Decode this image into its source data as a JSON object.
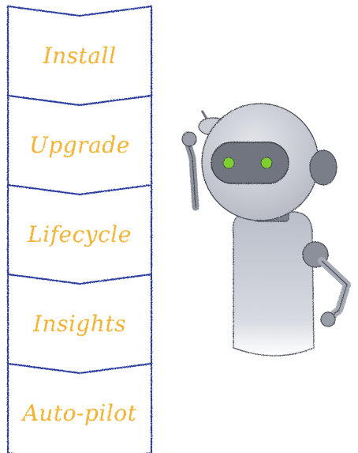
{
  "stages": [
    {
      "label": "Install"
    },
    {
      "label": "Upgrade"
    },
    {
      "label": "Lifecycle"
    },
    {
      "label": "Insights"
    },
    {
      "label": "Auto-pilot"
    }
  ],
  "colors": {
    "outline": "#2a3a9e",
    "label": "#f2b233",
    "robot_body": "#c9cdd6",
    "robot_body_shade": "#a9aebb",
    "robot_dark": "#6f7380",
    "robot_eye": "#7ccf2d",
    "robot_outline": "#4a4d55"
  },
  "robot": {
    "icon": "robot-mascot-icon"
  }
}
